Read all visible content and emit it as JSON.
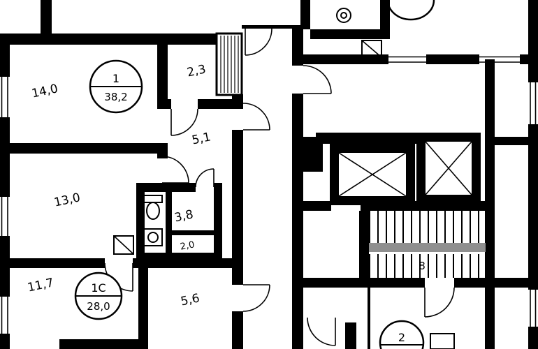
{
  "plan": {
    "background": "#ffffff",
    "wall_color": "#000000",
    "landing_color": "#8f8f8f",
    "rooms": [
      {
        "name": "living-room",
        "area": "14,0"
      },
      {
        "name": "hall-small",
        "area": "2,3"
      },
      {
        "name": "hallway",
        "area": "5,1"
      },
      {
        "name": "kitchen",
        "area": "13,0"
      },
      {
        "name": "bathroom",
        "area": "3,8"
      },
      {
        "name": "wc",
        "area": "2,0"
      },
      {
        "name": "room-bottom-left",
        "area": "11,7"
      },
      {
        "name": "room-bottom-center",
        "area": "5,6"
      }
    ],
    "apartments": [
      {
        "number": "1",
        "total_area": "38,2"
      },
      {
        "number": "1С",
        "total_area": "28,0"
      },
      {
        "number": "2",
        "total_area": ""
      }
    ],
    "stairs": {
      "label": "8"
    }
  }
}
